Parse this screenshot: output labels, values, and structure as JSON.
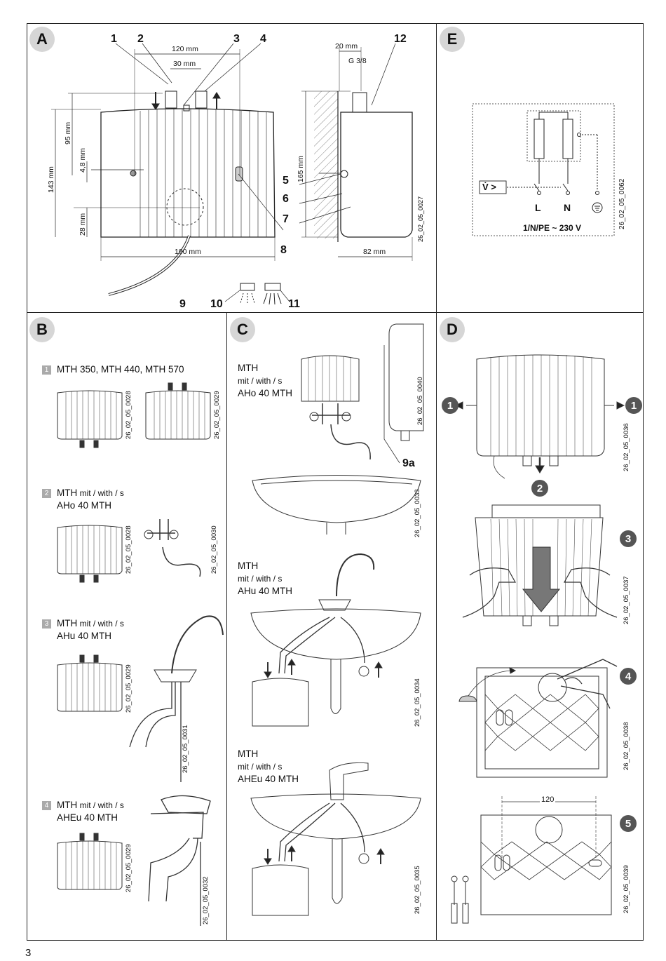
{
  "panels": {
    "A": "A",
    "B": "B",
    "C": "C",
    "D": "D",
    "E": "E"
  },
  "panelA": {
    "callouts": [
      "1",
      "2",
      "3",
      "4",
      "5",
      "6",
      "7",
      "8",
      "9",
      "10",
      "11",
      "12"
    ],
    "dims": {
      "w120": "120 mm",
      "w30": "30 mm",
      "h95": "95 mm",
      "h143": "143 mm",
      "h4_8": "4,8 mm",
      "h28": "28 mm",
      "w190": "190 mm",
      "w20": "20 mm",
      "g38": "G 3/8",
      "h165": "165 mm",
      "w82": "82 mm"
    },
    "code": "26_02_05_0027"
  },
  "panelE": {
    "l": "L",
    "n": "N",
    "supply": "1/N/PE ~ 230 V",
    "code": "26_02_05_0062"
  },
  "panelB": {
    "items": [
      {
        "num": "1",
        "line1": "MTH 350, MTH 440, MTH 570",
        "line2": ""
      },
      {
        "num": "2",
        "model": "MTH",
        "suffix": " mit / with / s",
        "line2": "AHo 40 MTH"
      },
      {
        "num": "3",
        "model": "MTH",
        "suffix": " mit / with / s",
        "line2": "AHu 40 MTH"
      },
      {
        "num": "4",
        "model": "MTH",
        "suffix": " mit / with / s",
        "line2": "AHEu 40 MTH"
      }
    ],
    "codes": [
      "26_02_05_0028",
      "26_02_05_0029",
      "26_02_05_0028",
      "26_02_05_0030",
      "26_02_05_0029",
      "26_02_05_0031",
      "26_02_05_0029",
      "26_02_05_0032"
    ]
  },
  "panelC": {
    "items": [
      {
        "l1": "MTH",
        "l2": "mit / with / s",
        "l3": "AHo 40 MTH"
      },
      {
        "l1": "MTH",
        "l2": "mit / with / s",
        "l3": "AHu 40 MTH"
      },
      {
        "l1": "MTH",
        "l2": "mit / with / s",
        "l3": "AHEu 40 MTH"
      }
    ],
    "label9a": "9a",
    "codes": [
      "26_02_05_0040",
      "26_02_05_0033",
      "26_02_05_0034",
      "26_02_05_0035"
    ]
  },
  "panelD": {
    "steps": [
      "1",
      "1",
      "2",
      "3",
      "4",
      "5"
    ],
    "dim120": "120",
    "codes": [
      "26_02_05_0036",
      "26_02_05_0037",
      "26_02_05_0038",
      "26_02_05_0039"
    ]
  },
  "page_number": "3"
}
